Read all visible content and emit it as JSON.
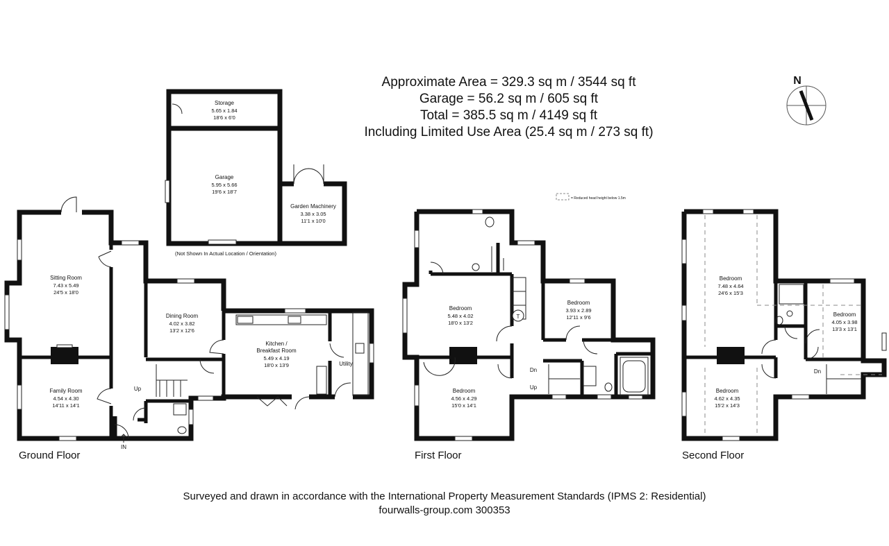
{
  "summary": {
    "line1": "Approximate Area = 329.3 sq m / 3544 sq ft",
    "line2": "Garage = 56.2 sq m / 605 sq ft",
    "line3": "Total = 385.5 sq m / 4149 sq ft",
    "line4": "Including Limited Use Area (25.4 sq m / 273 sq ft)"
  },
  "compass": {
    "letter": "N"
  },
  "legend": {
    "text": "= Reduced head height below 1.5m"
  },
  "outbuilding_note": "(Not Shown In Actual Location / Orientation)",
  "rooms": {
    "storage": {
      "name": "Storage",
      "metric": "5.65 x 1.84",
      "imperial": "18'6 x 6'0"
    },
    "garage": {
      "name": "Garage",
      "metric": "5.95 x 5.66",
      "imperial": "19'6 x 18'7"
    },
    "machinery": {
      "name": "Garden Machinery",
      "metric": "3.38 x 3.05",
      "imperial": "11'1 x 10'0"
    },
    "sitting": {
      "name": "Sitting Room",
      "metric": "7.43 x 5.49",
      "imperial": "24'5 x 18'0"
    },
    "dining": {
      "name": "Dining Room",
      "metric": "4.02 x 3.82",
      "imperial": "13'2 x 12'6"
    },
    "kitchen": {
      "name1": "Kitchen /",
      "name2": "Breakfast Room",
      "metric": "5.49 x 4.19",
      "imperial": "18'0 x 13'9"
    },
    "utility": {
      "name": "Utility"
    },
    "family": {
      "name": "Family Room",
      "metric": "4.54 x 4.30",
      "imperial": "14'11 x 14'1"
    },
    "ff_bed1": {
      "name": "Bedroom",
      "metric": "5.48 x 4.02",
      "imperial": "18'0 x 13'2"
    },
    "ff_bed2": {
      "name": "Bedroom",
      "metric": "3.93 x 2.89",
      "imperial": "12'11 x 9'6"
    },
    "ff_bed3": {
      "name": "Bedroom",
      "metric": "4.56 x 4.29",
      "imperial": "15'0 x 14'1"
    },
    "sf_bed1": {
      "name": "Bedroom",
      "metric": "7.48 x 4.64",
      "imperial": "24'6 x 15'3"
    },
    "sf_bed2": {
      "name": "Bedroom",
      "metric": "4.05 x 3.98",
      "imperial": "13'3 x 13'1"
    },
    "sf_bed3": {
      "name": "Bedroom",
      "metric": "4.62 x 4.35",
      "imperial": "15'2 x 14'3"
    }
  },
  "markers": {
    "up": "Up",
    "dn": "Dn",
    "in": "IN",
    "t": "T"
  },
  "floors": {
    "ground": "Ground Floor",
    "first": "First Floor",
    "second": "Second Floor"
  },
  "footer": {
    "line1": "Surveyed and drawn in accordance with the International Property Measurement Standards (IPMS 2: Residential)",
    "line2": "fourwalls-group.com 300353"
  }
}
